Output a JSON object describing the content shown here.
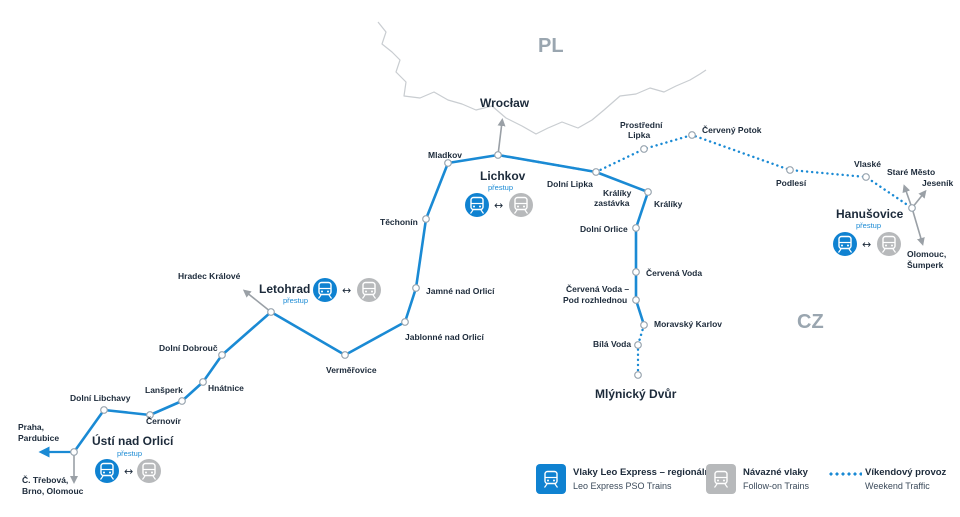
{
  "countries": {
    "poland": "PL",
    "czech": "CZ"
  },
  "colors": {
    "line": "#1a8ad4",
    "lineOutline": "#ffffff",
    "train_blue": "#0f82d1",
    "train_grey": "#b7b9bb",
    "border": "#c9cdd1",
    "text": "#1c2a3a",
    "arrow": "#9aa0a6"
  },
  "hubs": {
    "usti": {
      "name": "Ústí nad Orlicí",
      "sub": "přestup"
    },
    "letohrad": {
      "name": "Letohrad",
      "sub": "přestup"
    },
    "lichkov": {
      "name": "Lichkov",
      "sub": "přestup"
    },
    "hanusovice": {
      "name": "Hanušovice",
      "sub": "přestup"
    },
    "wroclaw": {
      "name": "Wrocław"
    },
    "mlynicky": {
      "name": "Mlýnický Dvůr"
    }
  },
  "stations": {
    "dolni_libchavy": "Dolní Libchavy",
    "cernovir": "Černovír",
    "lanskroun_lansperk": "Lanšperk",
    "hnatnice": "Hnátnice",
    "dolni_dobrouc": "Dolní Dobrouč",
    "vermerovice": "Verměřovice",
    "jablonne": "Jablonné nad Orlicí",
    "jamne": "Jamné nad Orlicí",
    "techonin": "Těchonín",
    "mladkov": "Mladkov",
    "dolni_lipka": "Dolní Lipka",
    "kraliky_zastavka": "Králíky zastávka",
    "kraliky": "Králíky",
    "dolni_orlice": "Dolní Orlice",
    "cervena_voda": "Červená Voda",
    "cervena_voda_pod": "Červená Voda – Pod rozhlednou",
    "moravsky_karlov": "Moravský Karlov",
    "bila_voda": "Bílá Voda",
    "prostredni_lipka": "Prostřední Lipka",
    "cerveny_potok": "Červený Potok",
    "podlesi": "Podlesí",
    "vlaske": "Vlaské",
    "stare_mesto": "Staré Město",
    "jesenik": "Jeseník"
  },
  "directions": {
    "hradec": "Hradec Králové",
    "praha": "Praha, Pardubice",
    "trebova": "Č. Třebová, Brno, Olomouc",
    "olomouc": "Olomouc, Šumperk"
  },
  "legend": {
    "blue_title": "Vlaky Leo Express – regionální",
    "blue_sub": "Leo Express PSO Trains",
    "grey_title": "Návazné vlaky",
    "grey_sub": "Follow-on Trains",
    "dotted_title": "Víkendový provoz",
    "dotted_sub": "Weekend Traffic"
  },
  "icons": {
    "train": "train-icon",
    "swap": "swap-arrows-icon"
  }
}
